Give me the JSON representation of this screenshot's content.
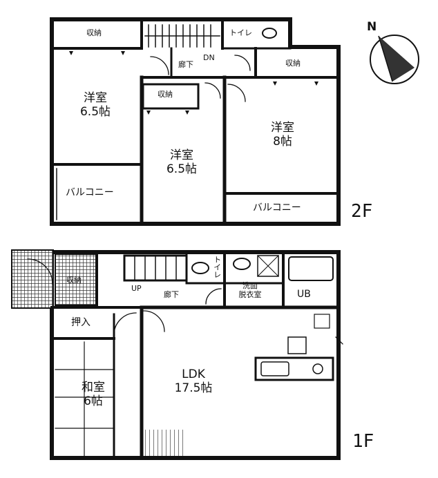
{
  "floor2": {
    "floor_label": "2F",
    "rooms": {
      "storage_top": "収納",
      "toilet": "トイレ",
      "dn": "DN",
      "hallway": "廊下",
      "storage_right": "収納",
      "room_left": {
        "name": "洋室",
        "size": "6.5帖"
      },
      "storage_mid": "収納",
      "room_mid": {
        "name": "洋室",
        "size": "6.5帖"
      },
      "room_right": {
        "name": "洋室",
        "size": "8帖"
      },
      "balcony_left": "バルコニー",
      "balcony_right": "バルコニー"
    }
  },
  "floor1": {
    "floor_label": "1F",
    "rooms": {
      "storage_entry": "収納",
      "up": "UP",
      "hallway": "廊下",
      "toilet": "トイレ",
      "washroom": {
        "line1": "洗面",
        "line2": "脱衣室"
      },
      "ub": "UB",
      "closet": "押入",
      "washitsu": {
        "name": "和室",
        "size": "6帖"
      },
      "ldk": {
        "name": "LDK",
        "size": "17.5帖"
      }
    }
  },
  "compass": {
    "north_label": "N",
    "icon": "north-arrow-icon"
  }
}
